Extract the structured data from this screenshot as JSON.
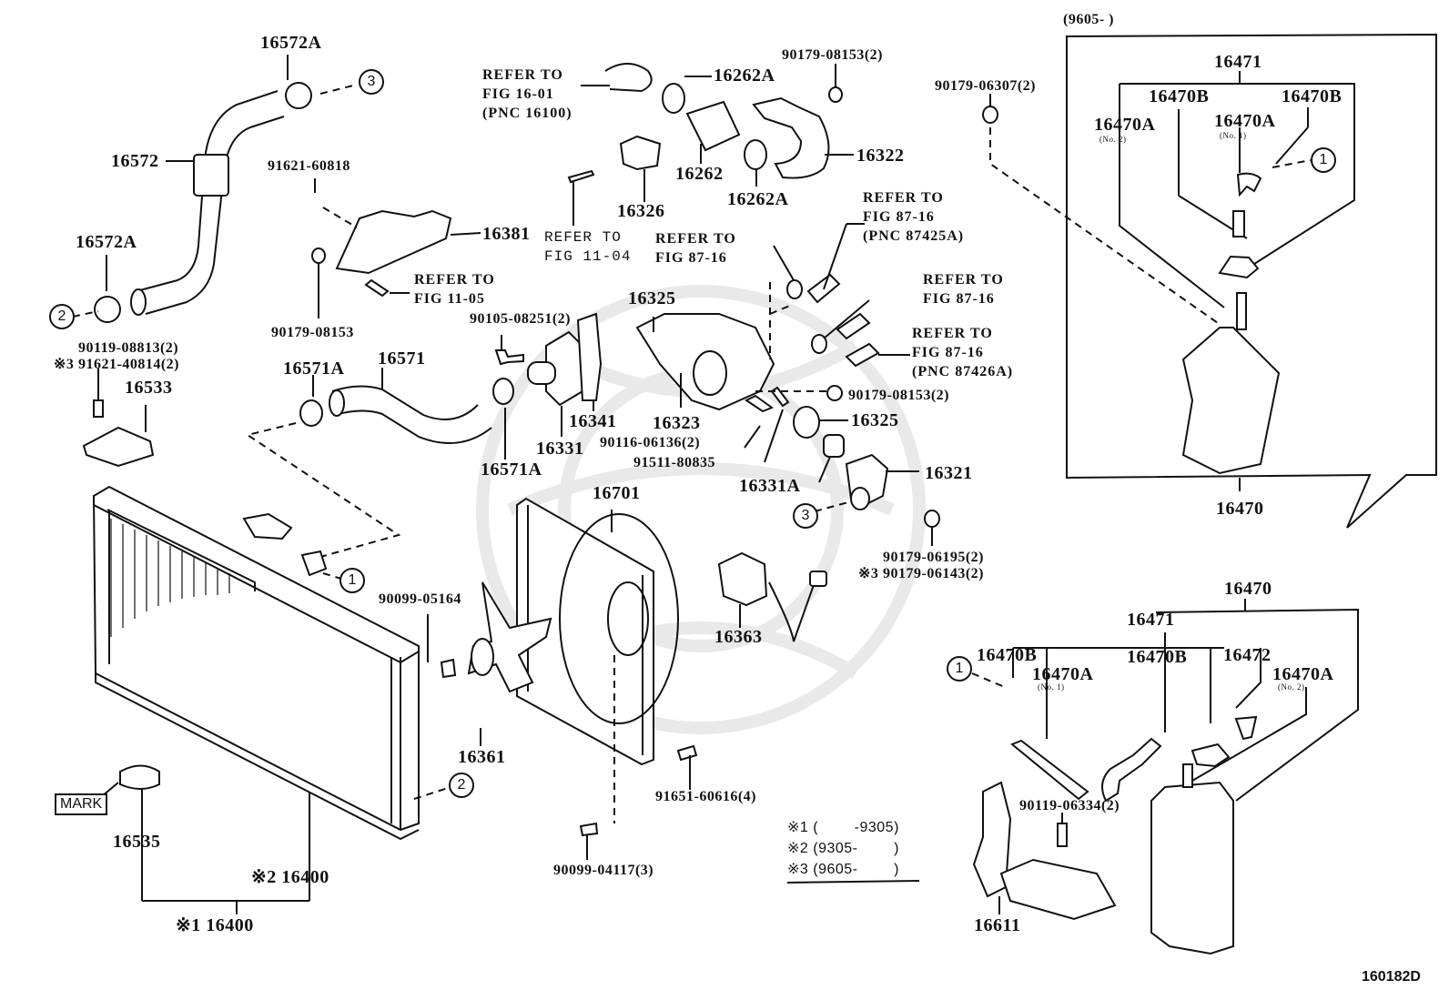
{
  "diagram": {
    "title": "Radiator & Water Outlet parts diagram",
    "figure_number": "160182D",
    "inset_range": "(9605-        )",
    "callouts": [
      "1",
      "2",
      "3"
    ],
    "mark_label": "MARK",
    "parts": {
      "p16572A_top": "16572A",
      "p16572": "16572",
      "p16572A_bot": "16572A",
      "p91621_60818": "91621-60818",
      "p16381": "16381",
      "p90179_08153_a": "90179-08153",
      "p90119_08813": "90119-08813(2)",
      "p91621_40814": "91621-40814(2)",
      "p91621_40814_mark": "※3",
      "p16533": "16533",
      "p16571A_left": "16571A",
      "p16571": "16571",
      "p16571A_bot": "16571A",
      "p90105_08251": "90105-08251(2)",
      "p16341": "16341",
      "p16331": "16331",
      "p16262A_top": "16262A",
      "p16262": "16262",
      "p16262A_bot": "16262A",
      "p16326": "16326",
      "p16322": "16322",
      "p90179_08153_2_top": "90179-08153(2)",
      "p90179_06307": "90179-06307(2)",
      "p16325_top": "16325",
      "p16323": "16323",
      "p90116_06136": "90116-06136(2)",
      "p91511_80835": "91511-80835",
      "p90179_08153_2_mid": "90179-08153(2)",
      "p16325_ring": "16325",
      "p16331A": "16331A",
      "p16321": "16321",
      "p90179_06195": "90179-06195(2)",
      "p90179_06143": "90179-06143(2)",
      "p90179_06143_mark": "※3",
      "p16701": "16701",
      "p90099_05164": "90099-05164",
      "p16363": "16363",
      "p16361": "16361",
      "p91651_60616": "91651-60616(4)",
      "p90099_04117": "90099-04117(3)",
      "p16535": "16535",
      "p16400_2": "※2 16400",
      "p16400_1": "※1 16400",
      "p16611": "16611",
      "p90119_06334": "90119-06334(2)",
      "inset_16471": "16471",
      "inset_16470B_l": "16470B",
      "inset_16470B_r": "16470B",
      "inset_16470A_no2": "16470A",
      "inset_16470A_no1": "16470A",
      "inset_no2": "(No. 2)",
      "inset_no1": "(No. 1)",
      "inset_16470": "16470",
      "lower_16470": "16470",
      "lower_16471": "16471",
      "lower_16470B_l": "16470B",
      "lower_16470A_no1": "16470A",
      "lower_no1": "(No. 1)",
      "lower_16470B_m": "16470B",
      "lower_16472": "16472",
      "lower_16470A_no2": "16470A",
      "lower_no2": "(No. 2)"
    },
    "references": {
      "ref_16_01": "REFER TO\nFIG 16-01\n(PNC 16100)",
      "ref_11_04": "REFER TO\nFIG 11-04",
      "ref_11_05": "REFER TO\nFIG 11-05",
      "ref_87_16_a": "REFER TO\nFIG 87-16",
      "ref_87_16_b": "REFER TO\nFIG 87-16\n(PNC 87425A)",
      "ref_87_16_c": "REFER TO\nFIG 87-16",
      "ref_87_16_d": "REFER TO\nFIG 87-16\n(PNC 87426A)"
    },
    "legend": {
      "note1": "※1 (        -9305)",
      "note2": "※2 (9305-        )",
      "note3": "※3 (9605-        )"
    }
  }
}
